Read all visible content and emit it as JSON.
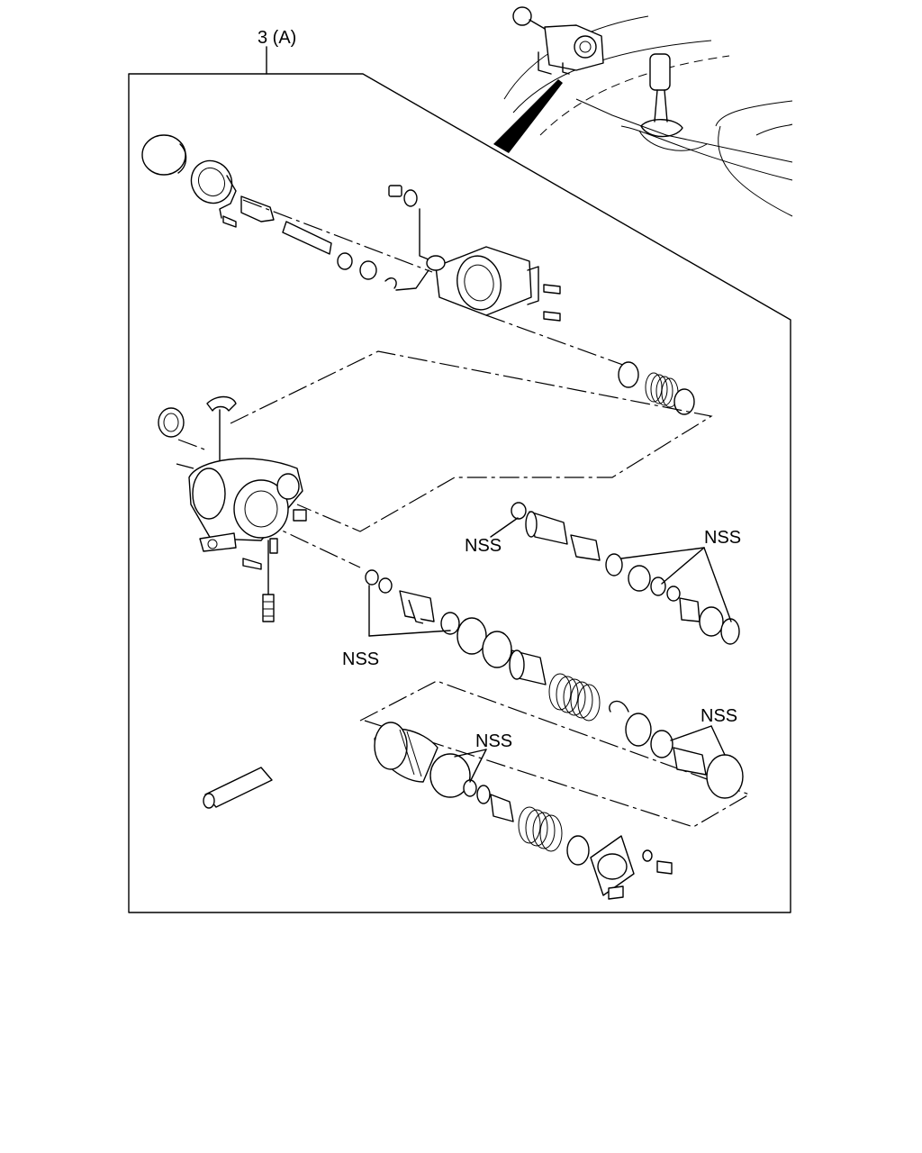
{
  "diagram": {
    "callout": "3 (A)",
    "labels": {
      "nss_spool": "NSS",
      "nss_right": "NSS",
      "nss_left": "NSS",
      "nss_lower_right": "NSS",
      "nss_lower_mid": "NSS"
    }
  }
}
